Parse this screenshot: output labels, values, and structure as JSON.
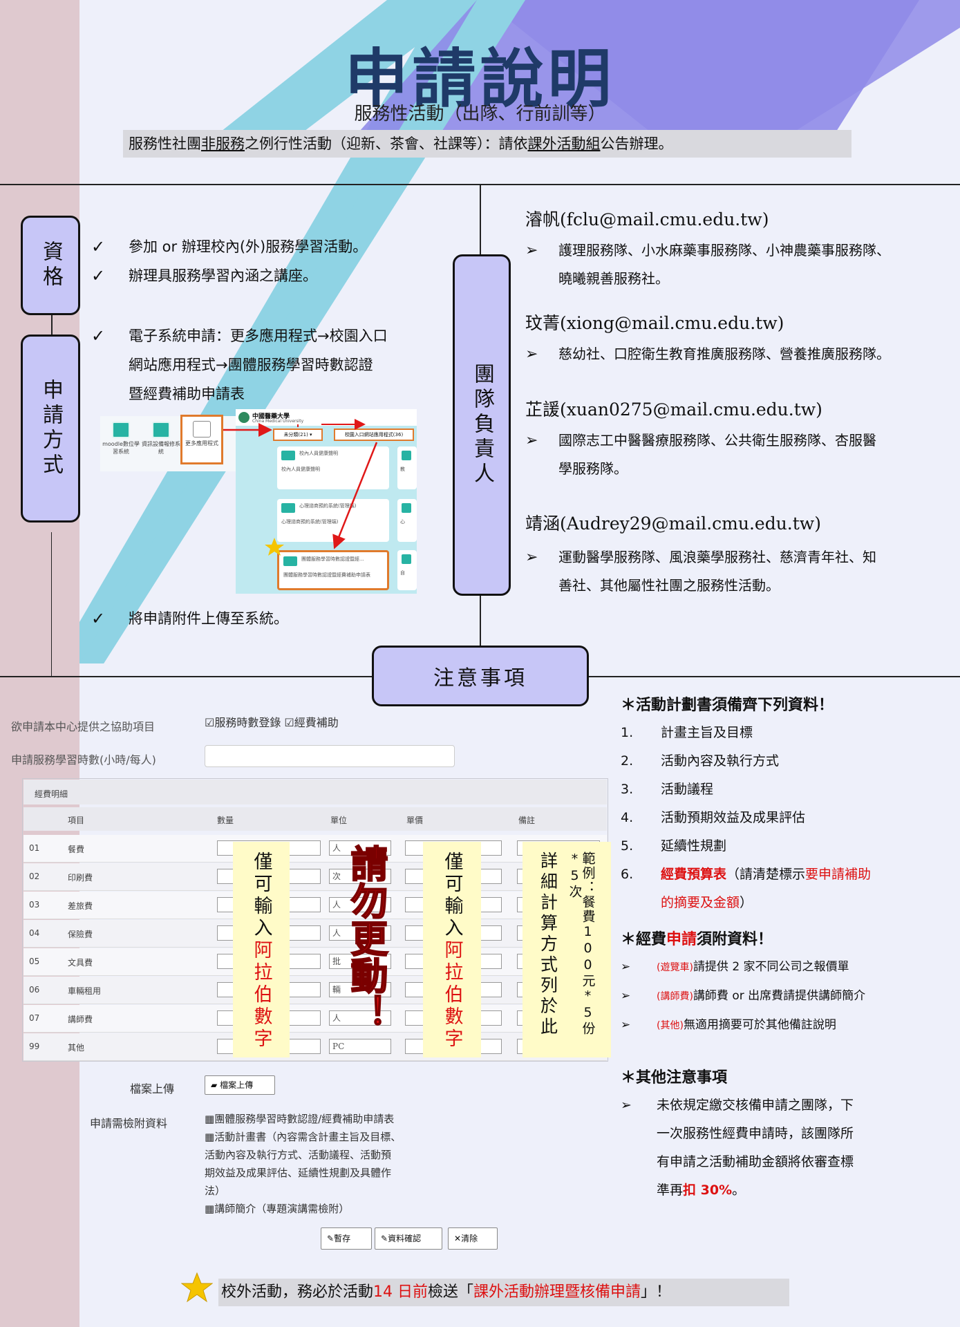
{
  "header": {
    "title": "申請說明",
    "subtitle": "服務性活動（出隊、行前訓等）",
    "notice": {
      "part1": "服務性社團",
      "part2": "非服務",
      "part3": "之例行性活動（迎新、茶會、社課等）：請依",
      "part4": "課外活動組",
      "part5": "公告辦理。"
    }
  },
  "boxes": {
    "eligibility": "資格",
    "method": "申請方式",
    "team_leaders": "團隊負責人",
    "notes": "注意事項"
  },
  "eligibility_items": [
    "參加 or 辦理校內(外)服務學習活動。",
    "辦理具服務學習內涵之講座。"
  ],
  "method_items": {
    "system_line1": "電子系統申請：更多應用程式→校園入口",
    "system_line2": "網站應用程式→團體服務學習時數認證",
    "system_line3": "暨經費補助申請表",
    "upload": "將申請附件上傳至系統。"
  },
  "screenshot": {
    "tiles": [
      {
        "label": "moodle數位學習系統"
      },
      {
        "label": "資訊設備報修系統"
      },
      {
        "label": "更多應用程式"
      }
    ],
    "university": "中國醫藥大學",
    "university_en": "China Medical University",
    "dropdown": "未分類(21)",
    "portal": "校園入口網站應用程式(36)",
    "cards": [
      {
        "title": "校內人員健康聲明",
        "sub": "校內人員健康聲明"
      },
      {
        "title": "心理諮商預約系統(管理端)",
        "sub": "心理諮商預約系統(管理端)"
      },
      {
        "title": "團體服務學習時數認證暨經...",
        "sub": "團體服務學習時數認證暨經費補助申請表"
      }
    ],
    "side_cards": [
      "教",
      "心",
      "自"
    ]
  },
  "contacts": [
    {
      "name": "濬帆(fclu@mail.cmu.edu.tw)",
      "desc1": "護理服務隊、小水麻藥事服務隊、小神農藥事服務隊、",
      "desc2": "曉曦親善服務社。"
    },
    {
      "name": "玟菁(xiong@mail.cmu.edu.tw)",
      "desc1": "慈幼社、口腔衛生教育推廣服務隊、營養推廣服務隊。",
      "desc2": ""
    },
    {
      "name": "芷諼(xuan0275@mail.cmu.edu.tw)",
      "desc1": "國際志工中醫醫療服務隊、公共衛生服務隊、杏服醫",
      "desc2": "學服務隊。"
    },
    {
      "name": "靖涵(Audrey29@mail.cmu.edu.tw)",
      "desc1": "運動醫學服務隊、風浪藥學服務社、慈濟青年社、知",
      "desc2": "善社、其他屬性社團之服務性活動。"
    }
  ],
  "form": {
    "assist_label": "欲申請本中心提供之協助項目",
    "assist_value": "☑服務時數登錄 ☑經費補助",
    "hours_label": "申請服務學習時數(小時/每人)",
    "table_title": "經費明細",
    "headers": [
      "項目",
      "數量",
      "單位",
      "單價",
      "備註"
    ],
    "rows": [
      {
        "code": "01",
        "item": "餐費",
        "unit": "人"
      },
      {
        "code": "02",
        "item": "印刷費",
        "unit": "次"
      },
      {
        "code": "03",
        "item": "差旅費",
        "unit": "人"
      },
      {
        "code": "04",
        "item": "保險費",
        "unit": "人"
      },
      {
        "code": "05",
        "item": "文具費",
        "unit": "批"
      },
      {
        "code": "06",
        "item": "車輛租用",
        "unit": "輛"
      },
      {
        "code": "07",
        "item": "講師費",
        "unit": "人"
      },
      {
        "code": "99",
        "item": "其他",
        "unit": "PC"
      }
    ],
    "overlay_only": "僅可輸入",
    "overlay_arabic": "阿拉伯數字",
    "overlay_no_change": "請勿更動！",
    "overlay_detail": "詳細計算方式列於此",
    "overlay_example": "範例：餐費100元*5份*5次",
    "upload_label": "檔案上傳",
    "upload_btn": "檔案上傳",
    "attach_label": "申請需檢附資料",
    "attach_1": "團體服務學習時數認證/經費補助申請表",
    "attach_2a": "活動計畫書（內容需含計畫主旨及目標、",
    "attach_2b": "活動內容及執行方式、活動議程、活動預",
    "attach_2c": "期效益及成果評估、延續性規劃及具體作",
    "attach_2d": "法）",
    "attach_3": "講師簡介（專題演講需檢附）",
    "btn_save": "暫存",
    "btn_confirm": "資料確認",
    "btn_clear": "清除"
  },
  "notes": {
    "plan_heading": "＊活動計劃書須備齊下列資料！",
    "plan_items": [
      {
        "num": "1.",
        "text": "計畫主旨及目標"
      },
      {
        "num": "2.",
        "text": "活動內容及執行方式"
      },
      {
        "num": "3.",
        "text": "活動議程"
      },
      {
        "num": "4.",
        "text": "活動預期效益及成果評估"
      },
      {
        "num": "5.",
        "text": "延續性規劃"
      }
    ],
    "plan_item6_num": "6.",
    "plan_item6_red": "經費預算表",
    "plan_item6_rest": "（請清楚標示",
    "plan_item6_red2": "要申請補助",
    "plan_item6_red3": "的摘要及金額",
    "plan_item6_end": "）",
    "budget_heading_a": "＊經費",
    "budget_heading_b": "申請",
    "budget_heading_c": "須附資料！",
    "budget_items": [
      {
        "tag": "(遊覽車)",
        "text": "請提供 2 家不同公司之報價單"
      },
      {
        "tag": "(講師費)",
        "text": "講師費 or 出席費請提供講師簡介"
      },
      {
        "tag": "(其他)",
        "text": "無適用摘要可於其他備註說明"
      }
    ],
    "other_heading": "＊其他注意事項",
    "other_line1": "未依規定繳交核備申請之團隊，下",
    "other_line2": "一次服務性經費申請時，該團隊所",
    "other_line3": "有申請之活動補助金額將依審查標",
    "other_line4a": "準再",
    "other_line4b": "扣 30%",
    "other_line4c": "。"
  },
  "footer": {
    "part1": "校外活動，務必於活動",
    "part2": "14 日前",
    "part3": "檢送「",
    "part4": "課外活動辦理暨核備申請",
    "part5": "」！"
  },
  "colors": {
    "title": "#1f3a68",
    "box_fill": "#c7c6f7",
    "band_cyan": "#8fd3e4",
    "band_purple": "#8f8be8",
    "highlight_red": "#d11111",
    "overlay_yellow": "#fffbc8"
  }
}
